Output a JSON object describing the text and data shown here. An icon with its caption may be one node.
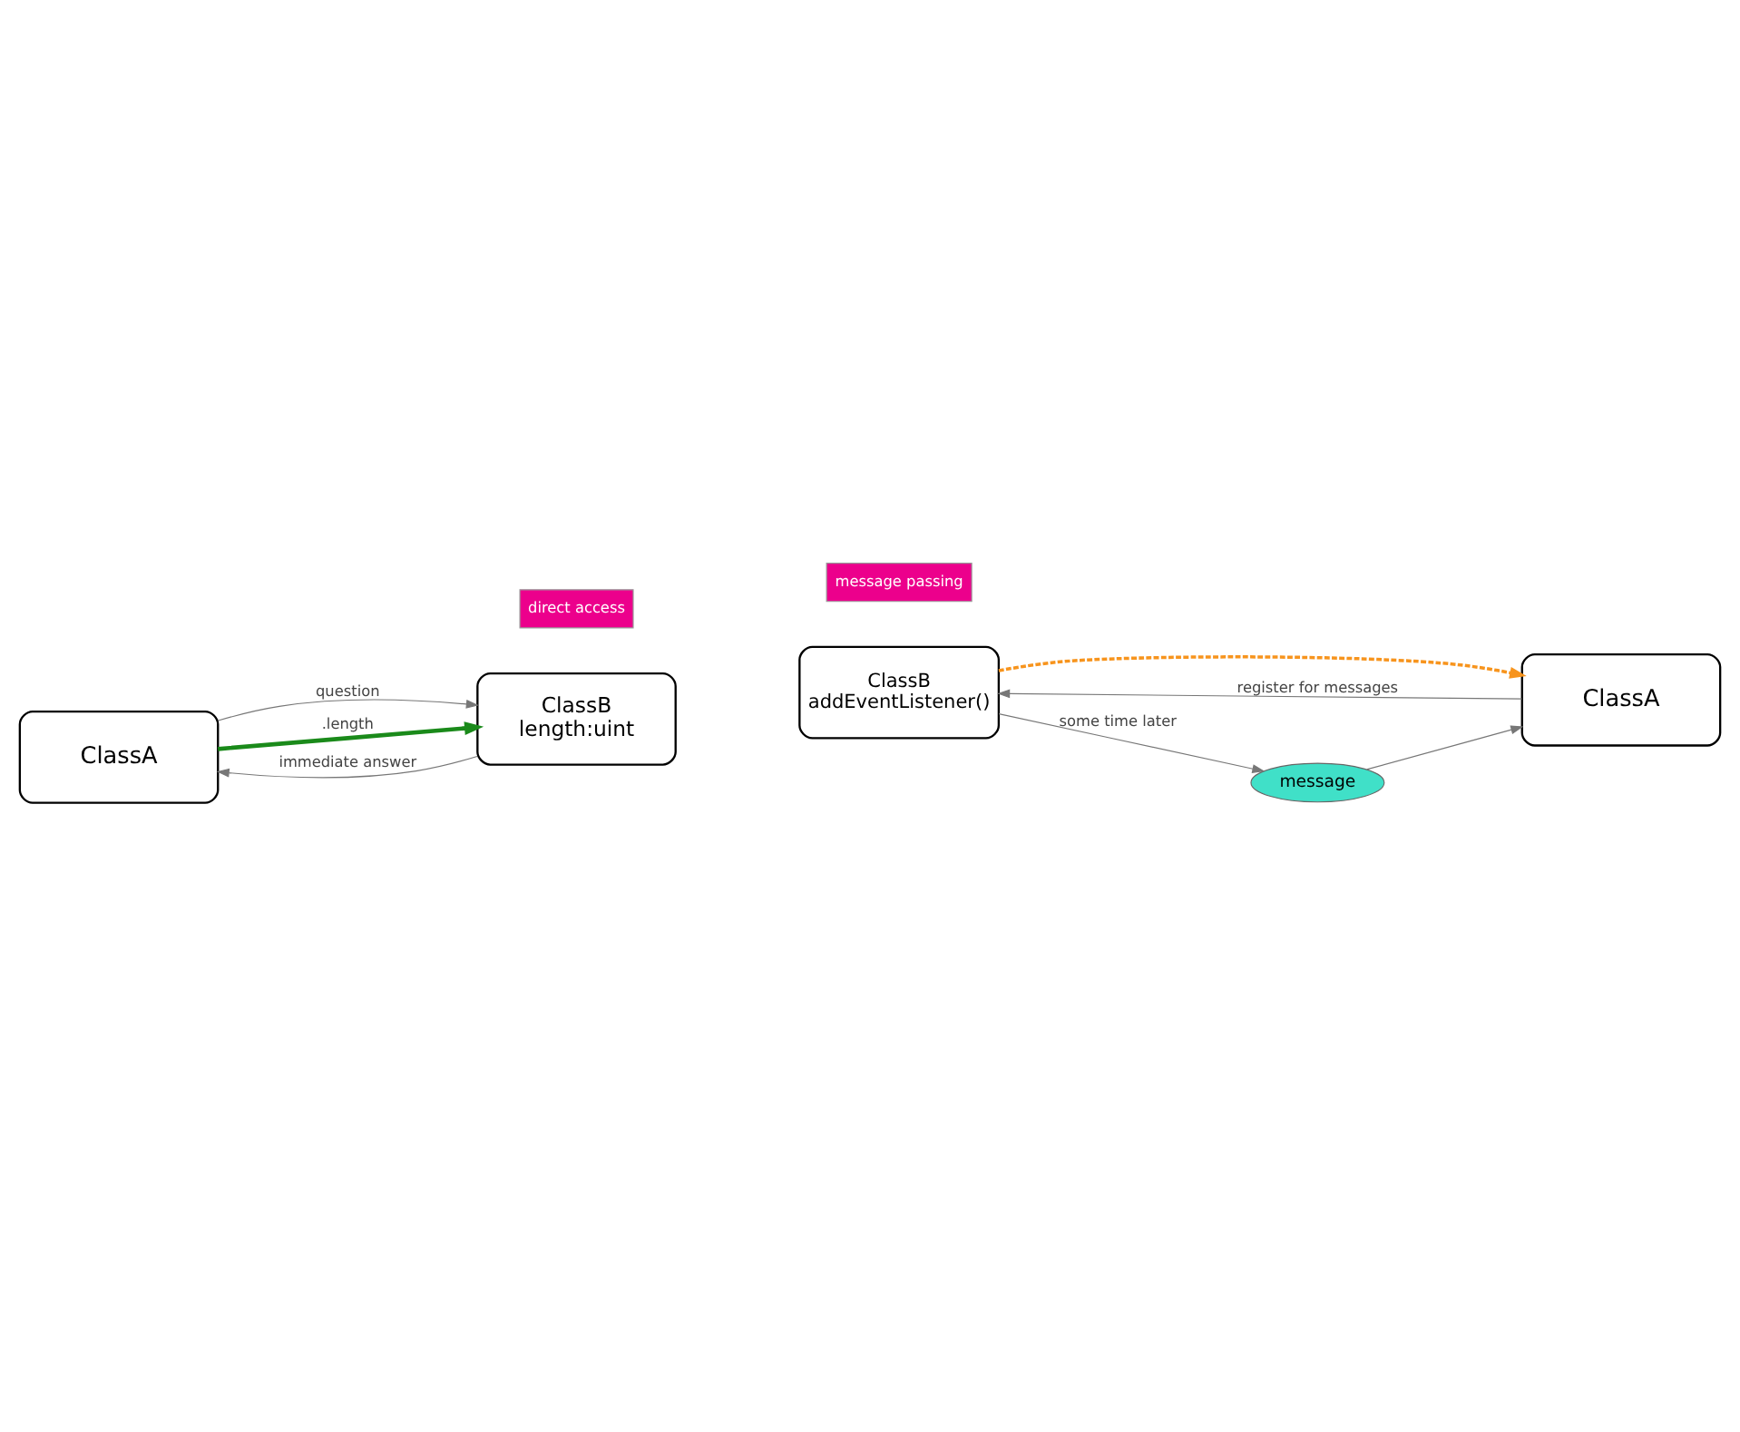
{
  "diagram": {
    "nodes": [
      {
        "text": [
          "ClassA"
        ]
      },
      {
        "text": [
          "ClassB",
          "length:uint"
        ]
      },
      {
        "text": [
          "direct access"
        ]
      },
      {
        "text": [
          "ClassA"
        ]
      },
      {
        "text": [
          "ClassB",
          "addEventListener()"
        ]
      },
      {
        "text": [
          "message"
        ]
      },
      {
        "text": [
          "message passing"
        ]
      }
    ],
    "edges": [
      {
        "from": 0,
        "to": 1,
        "arrow": "to",
        "label": "question"
      },
      {
        "from": 0,
        "to": 1,
        "arrow": "to",
        "label": ".length",
        "style": "thick",
        "color": "#1a8a1a"
      },
      {
        "from": 1,
        "to": 0,
        "arrow": "to",
        "label": "immediate answer"
      },
      {
        "from": 3,
        "to": 4,
        "arrow": "to",
        "label": "register for messages"
      },
      {
        "from": 4,
        "to": 3,
        "arrow": "to",
        "style": "dashed",
        "color": "#f7941d"
      },
      {
        "from": 4,
        "to": 5,
        "arrow": "to",
        "label": "some time later"
      },
      {
        "from": 5,
        "to": 3,
        "arrow": "to"
      }
    ]
  }
}
